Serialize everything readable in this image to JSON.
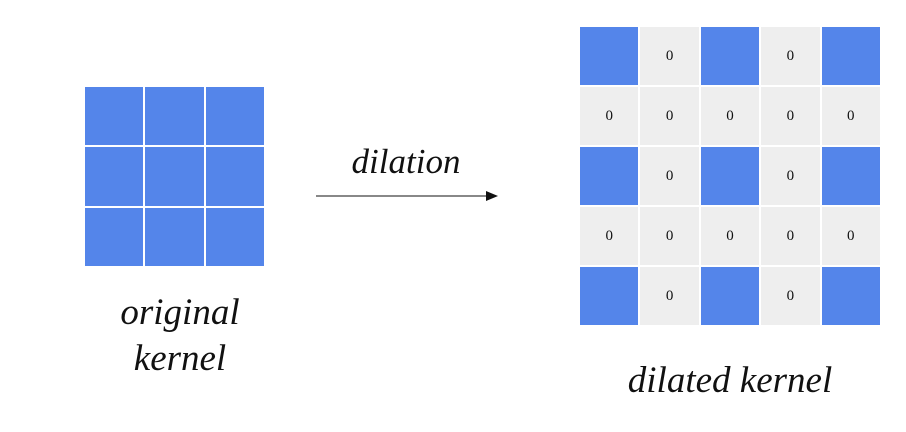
{
  "colors": {
    "kernel_cell": "#5485ea",
    "zero_cell": "#eeeeee"
  },
  "original_kernel": {
    "caption_line1": "original",
    "caption_line2": "kernel",
    "cells": [
      [
        "",
        "",
        ""
      ],
      [
        "",
        "",
        ""
      ],
      [
        "",
        "",
        ""
      ]
    ]
  },
  "dilation": {
    "label": "dilation"
  },
  "dilated_kernel": {
    "caption": "dilated kernel",
    "cells": [
      [
        "",
        "0",
        "",
        "0",
        ""
      ],
      [
        "0",
        "0",
        "0",
        "0",
        "0"
      ],
      [
        "",
        "0",
        "",
        "0",
        ""
      ],
      [
        "0",
        "0",
        "0",
        "0",
        "0"
      ],
      [
        "",
        "0",
        "",
        "0",
        ""
      ]
    ]
  }
}
